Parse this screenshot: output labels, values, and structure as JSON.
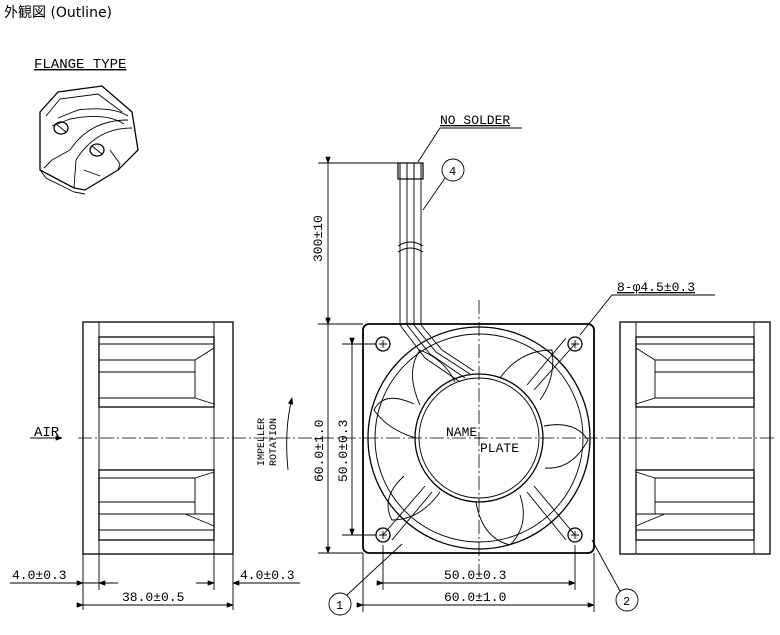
{
  "title": "外観図 (Outline)",
  "flange_type_label": "FLANGE TYPE",
  "labels": {
    "no_solder": "NO SOLDER",
    "air": "AIR",
    "impeller_rotation_line1": "IMPELLER",
    "impeller_rotation_line2": "ROTATION",
    "name_plate_line1": "NAME",
    "name_plate_line2": "PLATE",
    "hole_spec": "8-φ4.5±0.3"
  },
  "dimensions": {
    "lead_length": "300±10",
    "frame_height": "60.0±1.0",
    "hole_pitch_vertical": "50.0±0.3",
    "hole_pitch_horizontal": "50.0±0.3",
    "frame_width": "60.0±1.0",
    "depth": "38.0±0.5",
    "flange_left": "4.0±0.3",
    "flange_right": "4.0±0.3"
  },
  "callouts": [
    "4",
    "1",
    "2"
  ]
}
